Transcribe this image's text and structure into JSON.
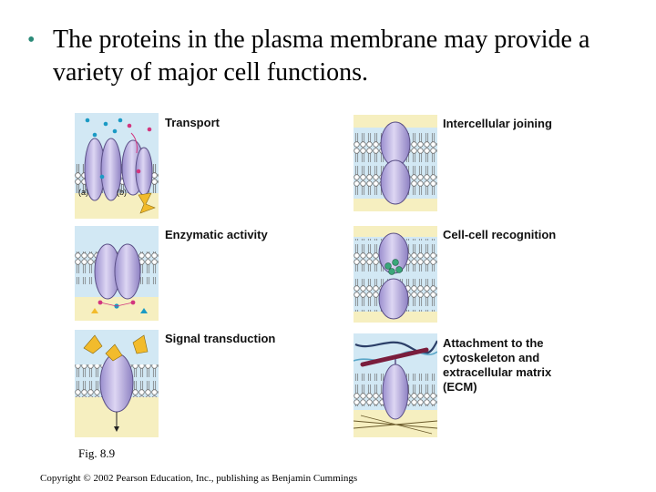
{
  "bullet": {
    "text": "The proteins in the plasma membrane may provide a variety of major cell functions."
  },
  "panels": {
    "transport": {
      "label": "Transport",
      "sub_a": "(a)",
      "sub_b": "(b)"
    },
    "enzymatic": {
      "label": "Enzymatic activity"
    },
    "signal": {
      "label": "Signal transduction"
    },
    "joining": {
      "label": "Intercellular joining"
    },
    "recognition": {
      "label": "Cell-cell recognition"
    },
    "attachment": {
      "label": "Attachment to the cytoskeleton and extracellular matrix (ECM)"
    }
  },
  "figure_label": "Fig. 8.9",
  "copyright": "Copyright © 2002 Pearson Education, Inc., publishing as Benjamin Cummings",
  "colors": {
    "bullet": "#2a8a78",
    "panel_bg": "#d2e8f4",
    "cytoplasm_bg": "#f6efc0",
    "protein": "#b3a8dc",
    "protein_stroke": "#5a4f86",
    "lipid": "#777777",
    "molecule_blue": "#1a9ac4",
    "molecule_pink": "#d2357e",
    "signal": "#f2bb2c"
  }
}
